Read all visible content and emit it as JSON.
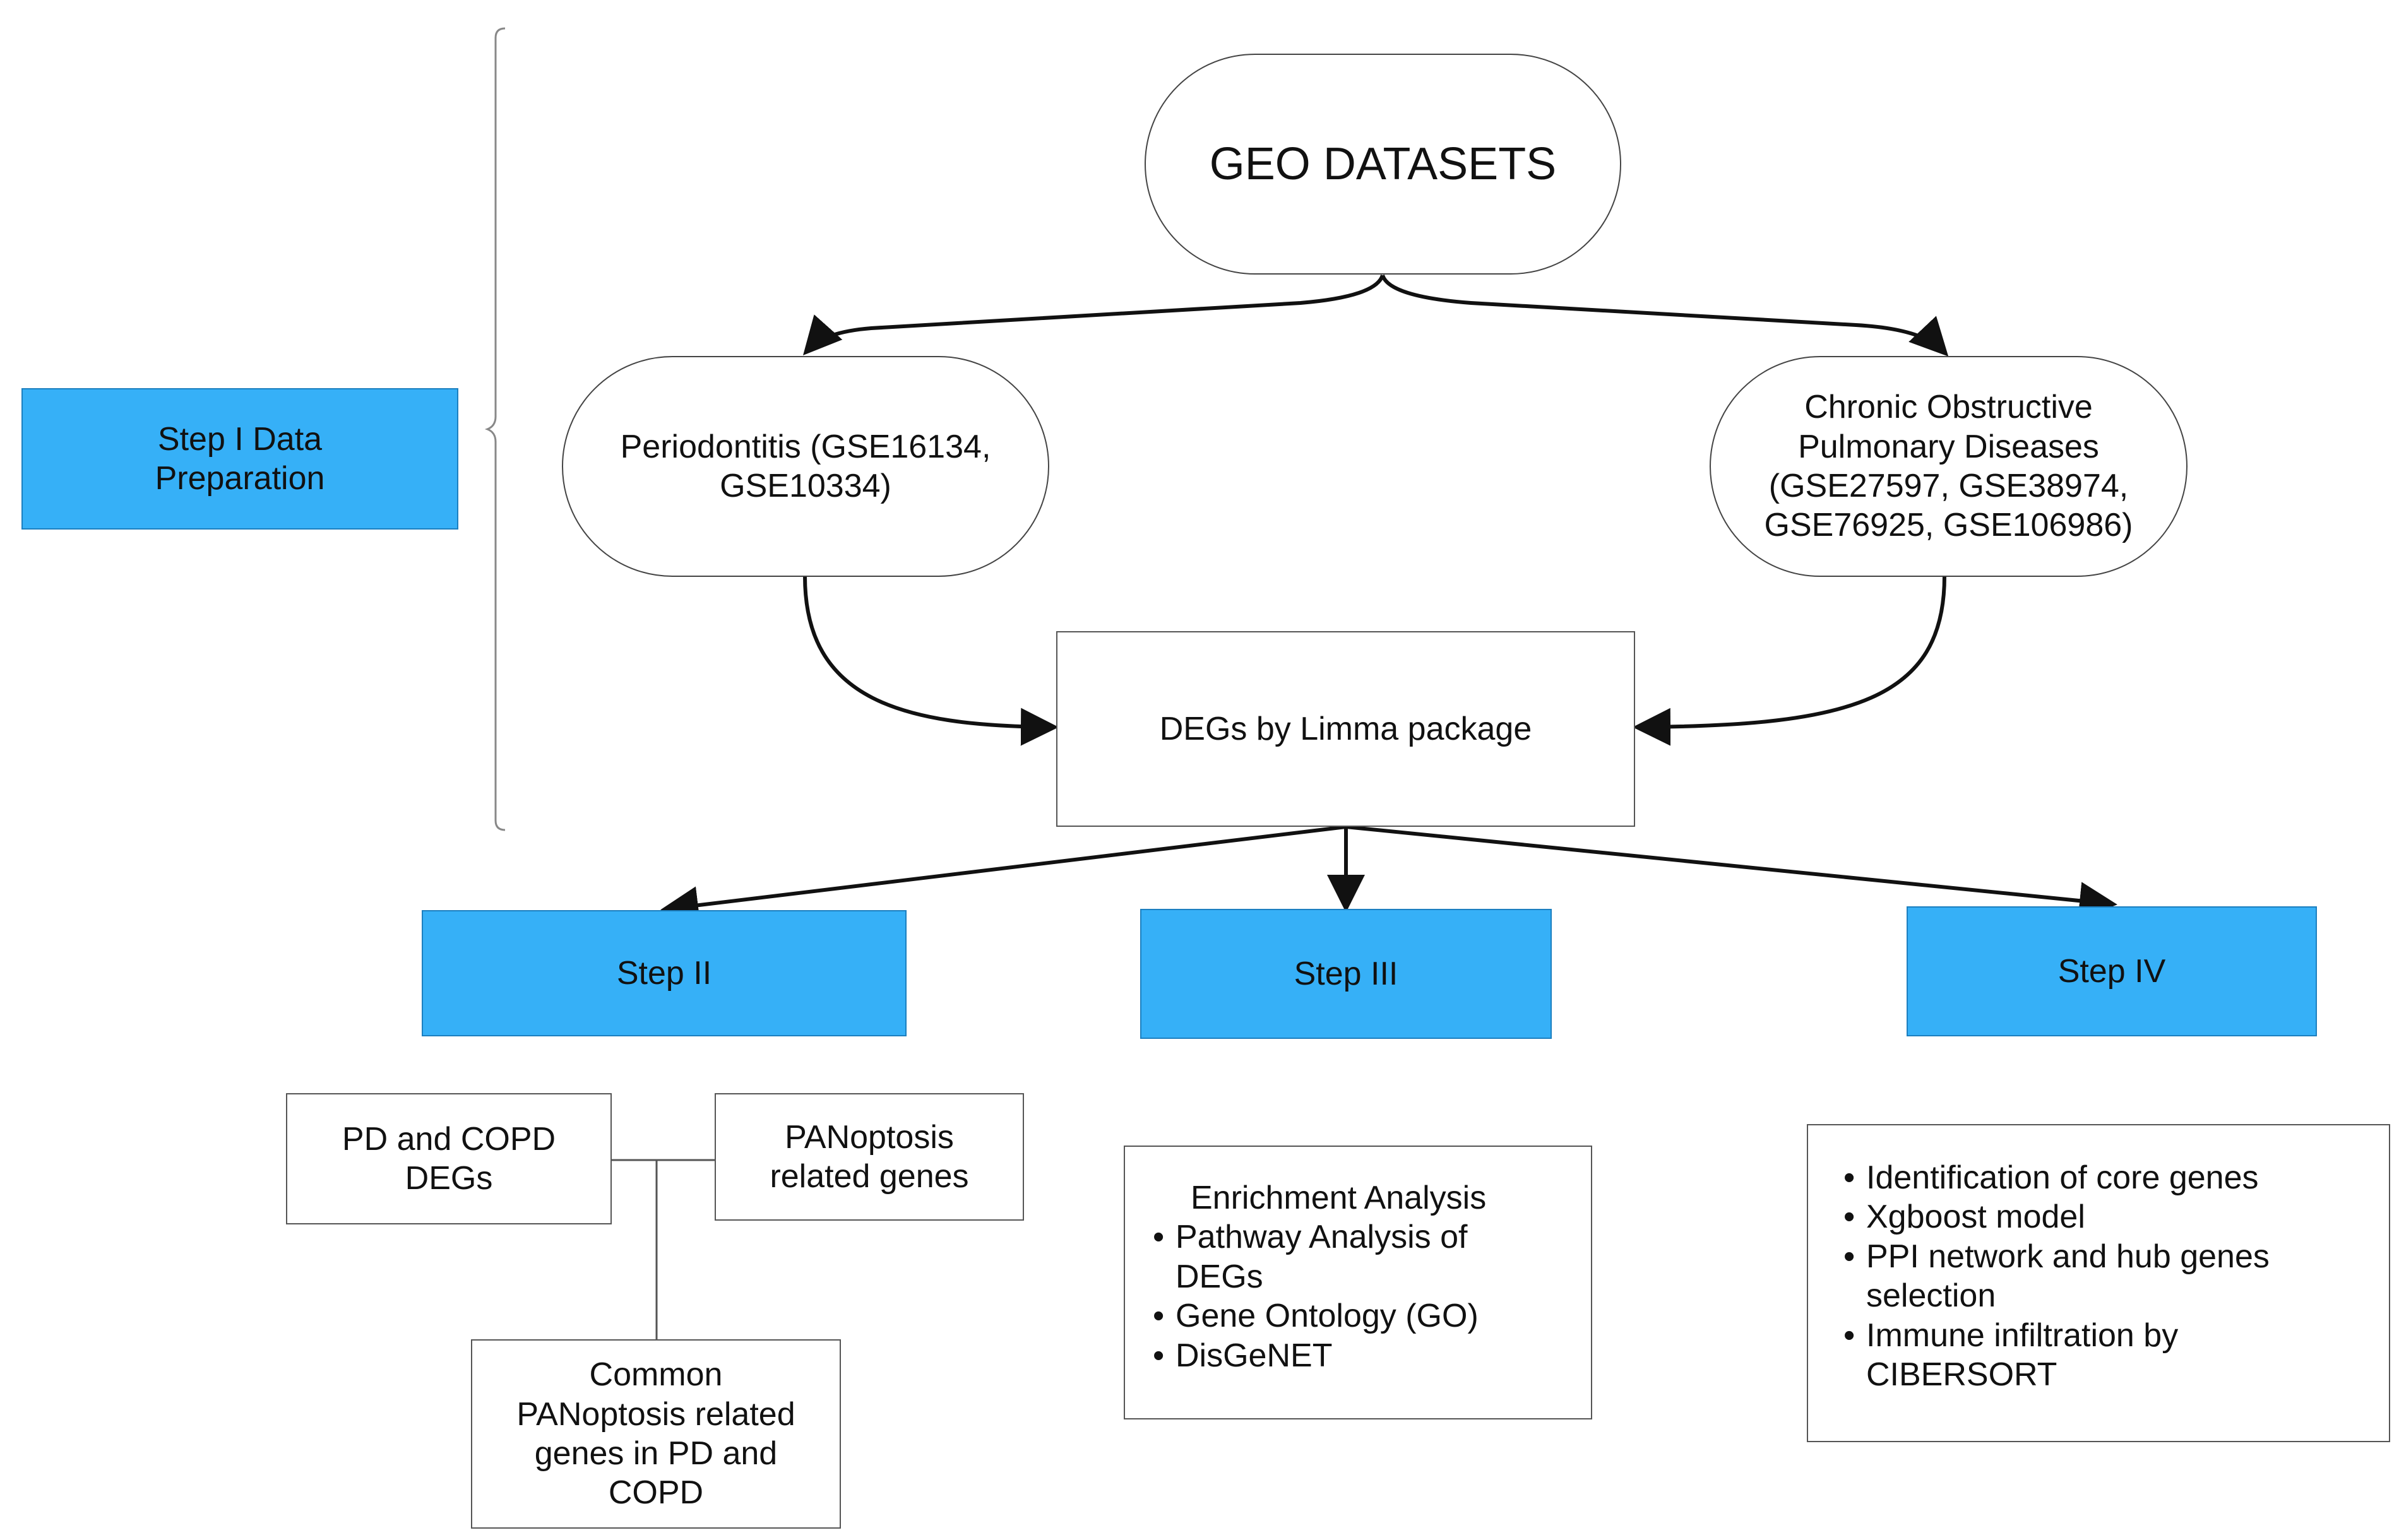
{
  "step1": {
    "label": "Step I  Data\nPreparation"
  },
  "geo": {
    "label": "GEO DATASETS"
  },
  "periodontitis": {
    "label": "Periodontitis (GSE16134,\nGSE10334)"
  },
  "copd": {
    "label": "Chronic Obstructive\nPulmonary Diseases\n(GSE27597, GSE38974,\nGSE76925, GSE106986)"
  },
  "degs": {
    "label": "DEGs by Limma package"
  },
  "step2": {
    "label": "Step II",
    "pd_copd_degs": "PD and COPD\nDEGs",
    "panoptosis_genes": "PANoptosis\nrelated genes",
    "common_genes": "Common\nPANoptosis related\ngenes in PD and\nCOPD"
  },
  "step3": {
    "label": "Step III",
    "heading": "Enrichment Analysis",
    "items": [
      "Pathway Analysis of DEGs",
      "Gene Ontology (GO)",
      "DisGeNET"
    ]
  },
  "step4": {
    "label": "Step IV",
    "items": [
      "Identification of core genes",
      "Xgboost model",
      "PPI network and hub genes selection",
      "Immune infiltration by CIBERSORT"
    ]
  }
}
